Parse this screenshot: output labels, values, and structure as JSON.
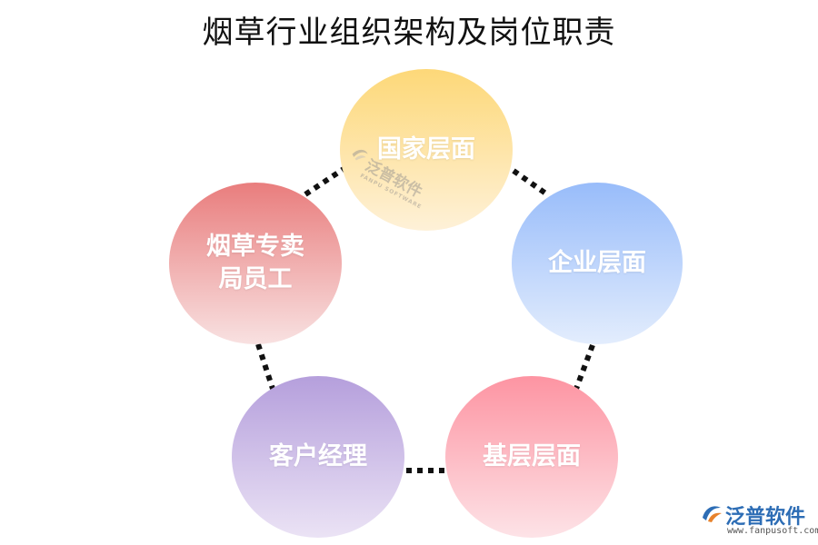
{
  "title": "烟草行业组织架构及岗位职责",
  "nodes": {
    "national": "国家层面",
    "enterprise": "企业层面",
    "grassroots": "基层层面",
    "manager": "客户经理",
    "staff": "烟草专卖\n局员工"
  },
  "colors": {
    "national": "#fdd878",
    "enterprise": "#98bcfa",
    "grassroots": "#fd94a2",
    "manager": "#b59fdc",
    "staff": "#e97d7d",
    "connector": "#111111"
  },
  "watermark": {
    "name": "泛普软件",
    "sub": "FANPU SOFTWARE"
  },
  "brand": {
    "name": "泛普软件",
    "url": "www.fanpusoft.com"
  }
}
